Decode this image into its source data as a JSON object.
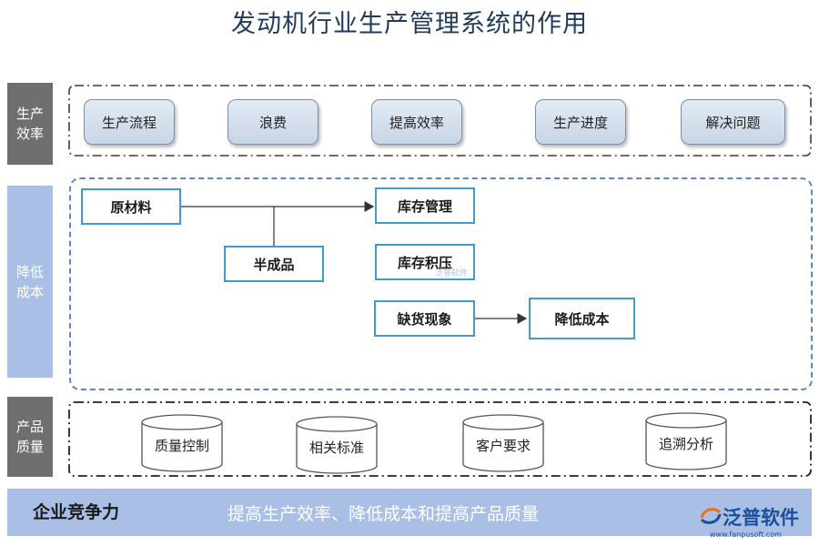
{
  "title": "发动机行业生产管理系统的作用",
  "sections": {
    "efficiency": {
      "label_line1": "生产",
      "label_line2": "效率",
      "items": [
        "生产流程",
        "浪费",
        "提高效率",
        "生产进度",
        "解决问题"
      ]
    },
    "cost": {
      "label_line1": "降低",
      "label_line2": "成本",
      "nodes": {
        "raw": "原材料",
        "semi": "半成品",
        "inventory_mgmt": "库存管理",
        "overstock": "库存积压",
        "shortage": "缺货现象",
        "reduce_cost": "降低成本"
      }
    },
    "quality": {
      "label_line1": "产品",
      "label_line2": "质量",
      "items": [
        "质量控制",
        "相关标准",
        "客户要求",
        "追溯分析"
      ]
    }
  },
  "bottom": {
    "label": "企业竞争力",
    "text": "提高生产效率、降低成本和提高产品质量"
  },
  "logo": {
    "name": "泛普软件",
    "url": "www.fanpusoft.com",
    "watermark": "泛普软件"
  },
  "colors": {
    "title": "#1f3a5a",
    "side_gray": "#6f6f6f",
    "side_blue": "#a9bfe6",
    "node_border": "#3f9bd1",
    "brand": "#1b4f9c"
  }
}
